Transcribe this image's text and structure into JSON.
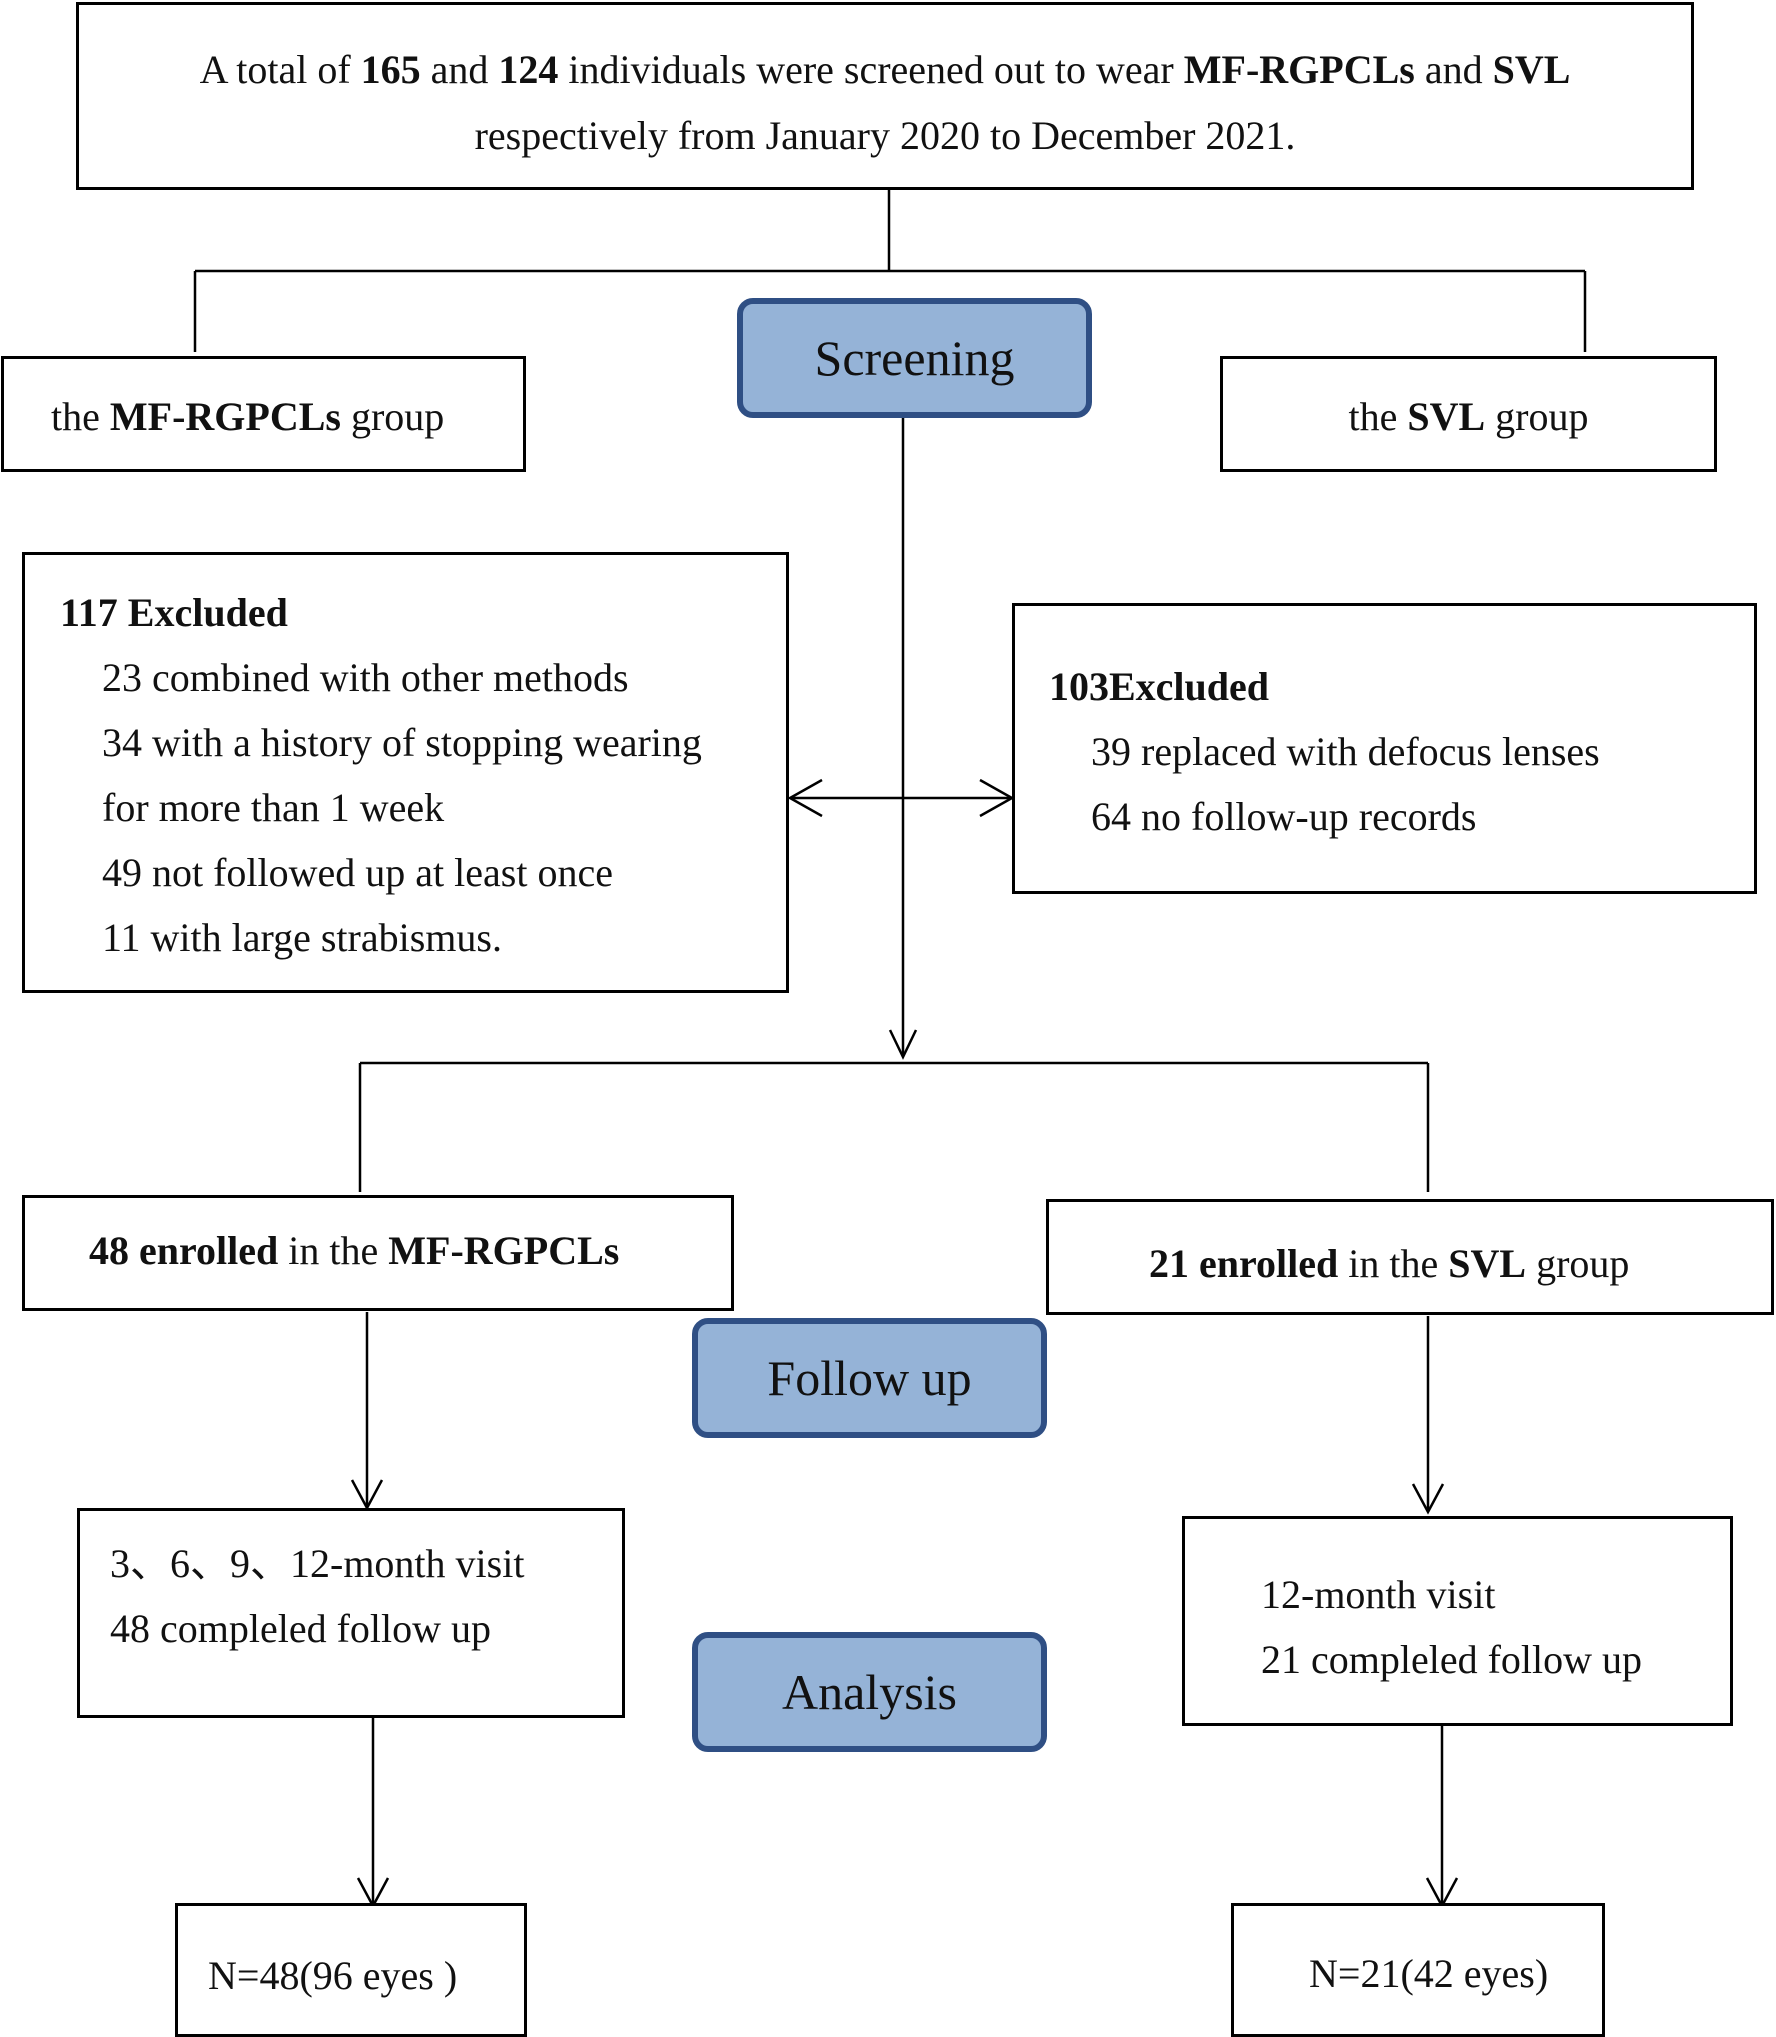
{
  "intro": {
    "p1": "A total of ",
    "n1": "165",
    "p2": " and ",
    "n2": "124",
    "p3": " individuals were screened out to wear ",
    "g1": "MF-RGPCLs",
    "p4": " and ",
    "g2": "SVL",
    "line2": "respectively from January 2020 to December 2021."
  },
  "stages": {
    "screening": "Screening",
    "follow_up": "Follow up",
    "analysis": "Analysis"
  },
  "groups": {
    "mf": {
      "pre": "the ",
      "bold": "MF-RGPCLs",
      "post": " group"
    },
    "svl": {
      "pre": "the ",
      "bold": "SVL",
      "post": " group"
    }
  },
  "excluded_mf": {
    "title": "117 Excluded",
    "items": [
      "23 combined with other methods",
      "34 with a history of stopping wearing",
      "for more than 1 week",
      "49 not followed up at least once",
      "11 with large strabismus."
    ]
  },
  "excluded_svl": {
    "title": "103Excluded",
    "items": [
      "39 replaced with defocus lenses",
      "64 no follow-up records"
    ]
  },
  "enrolled": {
    "mf": {
      "bold1": "48 enrolled",
      "mid": " in the ",
      "bold2": "MF-RGPCLs",
      "post": ""
    },
    "svl": {
      "bold1": "21 enrolled",
      "mid": " in the ",
      "bold2": "SVL",
      "post": " group"
    }
  },
  "visits": {
    "mf": {
      "line1": "3、6、9、12-month visit",
      "line2": "48 compleled follow up"
    },
    "svl": {
      "line1": "12-month visit",
      "line2": "21 compleled follow up"
    }
  },
  "final": {
    "mf": "N=48(96 eyes )",
    "svl": "N=21(42 eyes)"
  }
}
